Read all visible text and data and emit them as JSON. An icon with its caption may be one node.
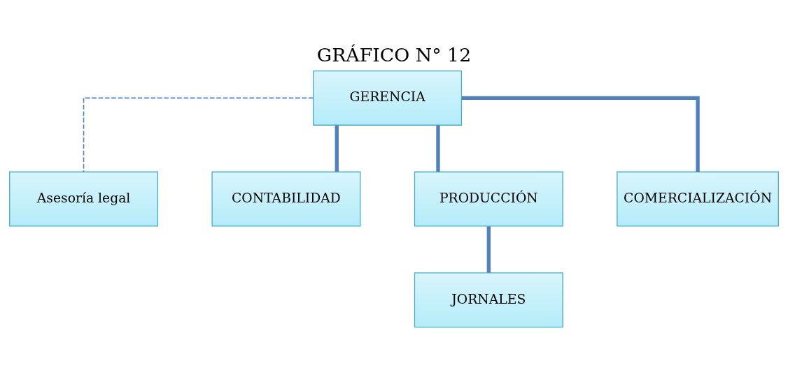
{
  "diagram": {
    "title": "GRÁFICO N° 12",
    "nodes": [
      {
        "text": [
          "GERENCIA"
        ]
      },
      {
        "text": [
          "Asesoría legal"
        ]
      },
      {
        "text": [
          "CONTABILIDAD"
        ]
      },
      {
        "text": [
          "PRODUCCIÓN"
        ]
      },
      {
        "text": [
          "COMERCIALIZACIÓN"
        ]
      },
      {
        "text": [
          "JORNALES"
        ]
      }
    ],
    "edges": [
      {
        "from": 0,
        "to": 1,
        "arrow": "none",
        "style": "dashed"
      },
      {
        "from": 0,
        "to": 2,
        "arrow": "none"
      },
      {
        "from": 0,
        "to": 3,
        "arrow": "none"
      },
      {
        "from": 0,
        "to": 4,
        "arrow": "none"
      },
      {
        "from": 3,
        "to": 5,
        "arrow": "none"
      }
    ]
  }
}
